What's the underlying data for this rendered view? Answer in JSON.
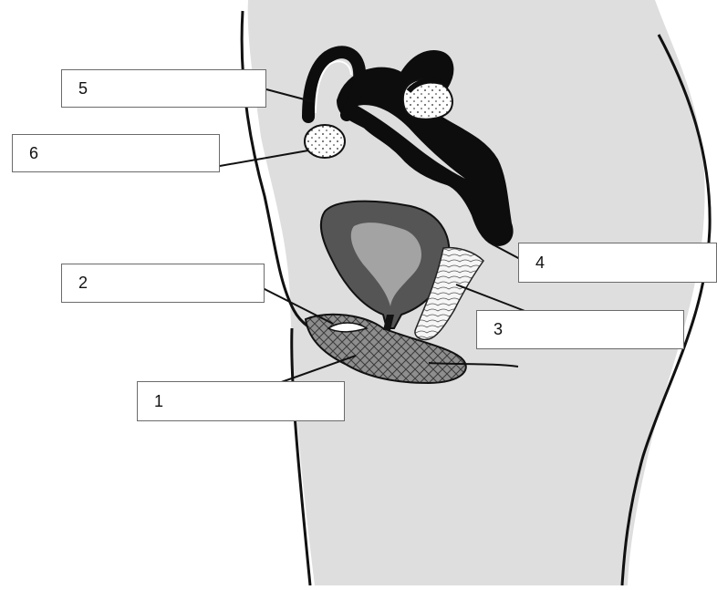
{
  "diagram": {
    "labels": [
      {
        "id": "1",
        "number": "1"
      },
      {
        "id": "2",
        "number": "2"
      },
      {
        "id": "3",
        "number": "3"
      },
      {
        "id": "4",
        "number": "4"
      },
      {
        "id": "5",
        "number": "5"
      },
      {
        "id": "6",
        "number": "6"
      }
    ]
  },
  "colors": {
    "body_fill": "#dedede",
    "outline": "#111111",
    "organ_black": "#0d0d0d",
    "bladder_dark": "#555555",
    "bladder_light": "#a3a3a3",
    "ovary_fill": "#ffffff",
    "canal_fill": "#f4f4f4",
    "box_border": "#6b6b6b"
  }
}
